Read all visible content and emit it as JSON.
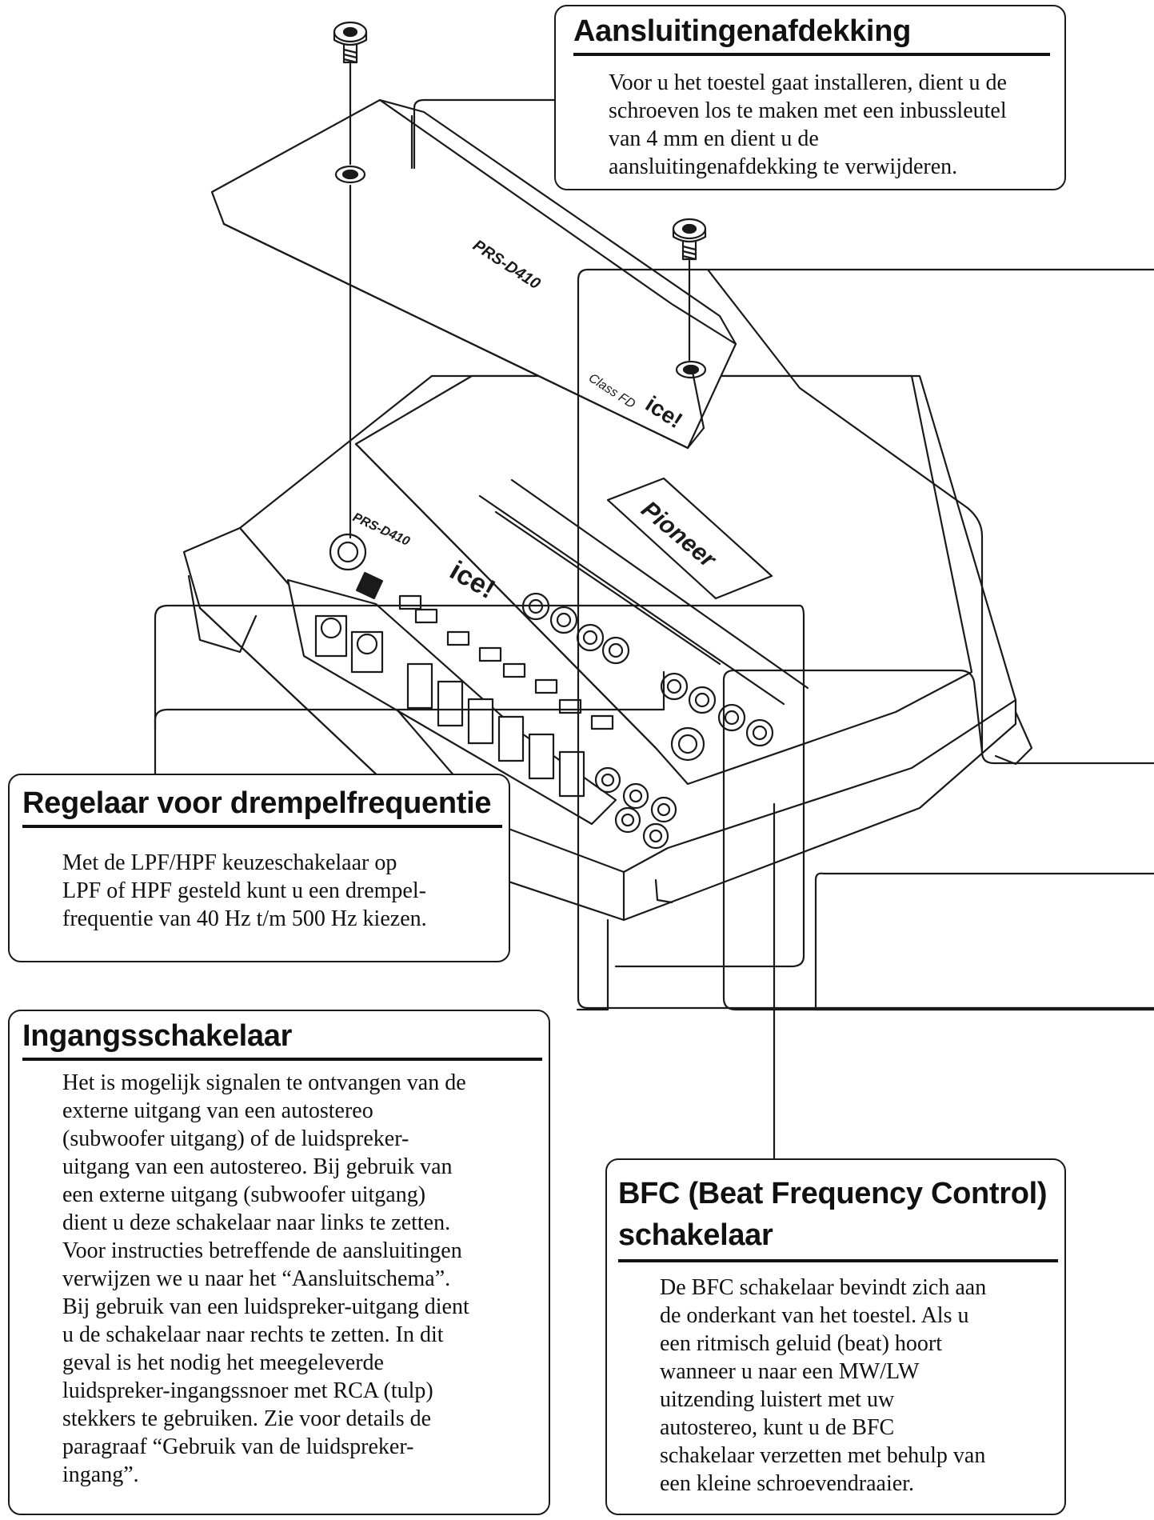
{
  "product": {
    "model_label": "PRS-D410",
    "brand_logo": "Pioneer",
    "class_label": "Class FD",
    "ice_label": "ice!"
  },
  "callouts": {
    "cover": {
      "title": "Aansluitingenafdekking",
      "body": "Voor u het toestel gaat installeren, dient u de\nschroeven los te maken met een inbussleutel\nvan 4 mm en dient u de\naansluitingenafdekking te verwijderen."
    },
    "threshold": {
      "title": "Regelaar voor drempelfrequentie",
      "body": "Met de LPF/HPF keuzeschakelaar op\nLPF of HPF gesteld kunt u een drempel-\nfrequentie van 40 Hz t/m 500 Hz kiezen."
    },
    "input_switch": {
      "title": "Ingangsschakelaar",
      "body": "Het is mogelijk signalen te ontvangen van de\nexterne uitgang van een autostereo\n(subwoofer uitgang) of de luidspreker-\nuitgang van een autostereo. Bij gebruik van\neen externe uitgang (subwoofer uitgang)\ndient u deze schakelaar naar links te zetten.\nVoor instructies betreffende de aansluitingen\nverwijzen we u naar het “Aansluitschema”.\nBij gebruik van een luidspreker-uitgang dient\nu de schakelaar naar rechts te zetten. In dit\ngeval is het nodig het meegeleverde\nluidspreker-ingangssnoer met RCA (tulp)\nstekkers te gebruiken. Zie voor details de\nparagraaf “Gebruik van de luidspreker-\ningang”."
    },
    "bfc": {
      "title": "BFC (Beat Frequency Control)\nschakelaar",
      "body": "De BFC schakelaar bevindt zich aan\nde onderkant van het toestel. Als u\neen ritmisch geluid (beat) hoort\nwanneer u naar een MW/LW\nuitzending luistert met uw\nautostereo, kunt u de BFC\nschakelaar verzetten met behulp van\neen kleine schroevendraaier."
    }
  },
  "colors": {
    "line": "#1a1a1a",
    "panel": "#ffffff",
    "shade": "#e9e9e9"
  }
}
